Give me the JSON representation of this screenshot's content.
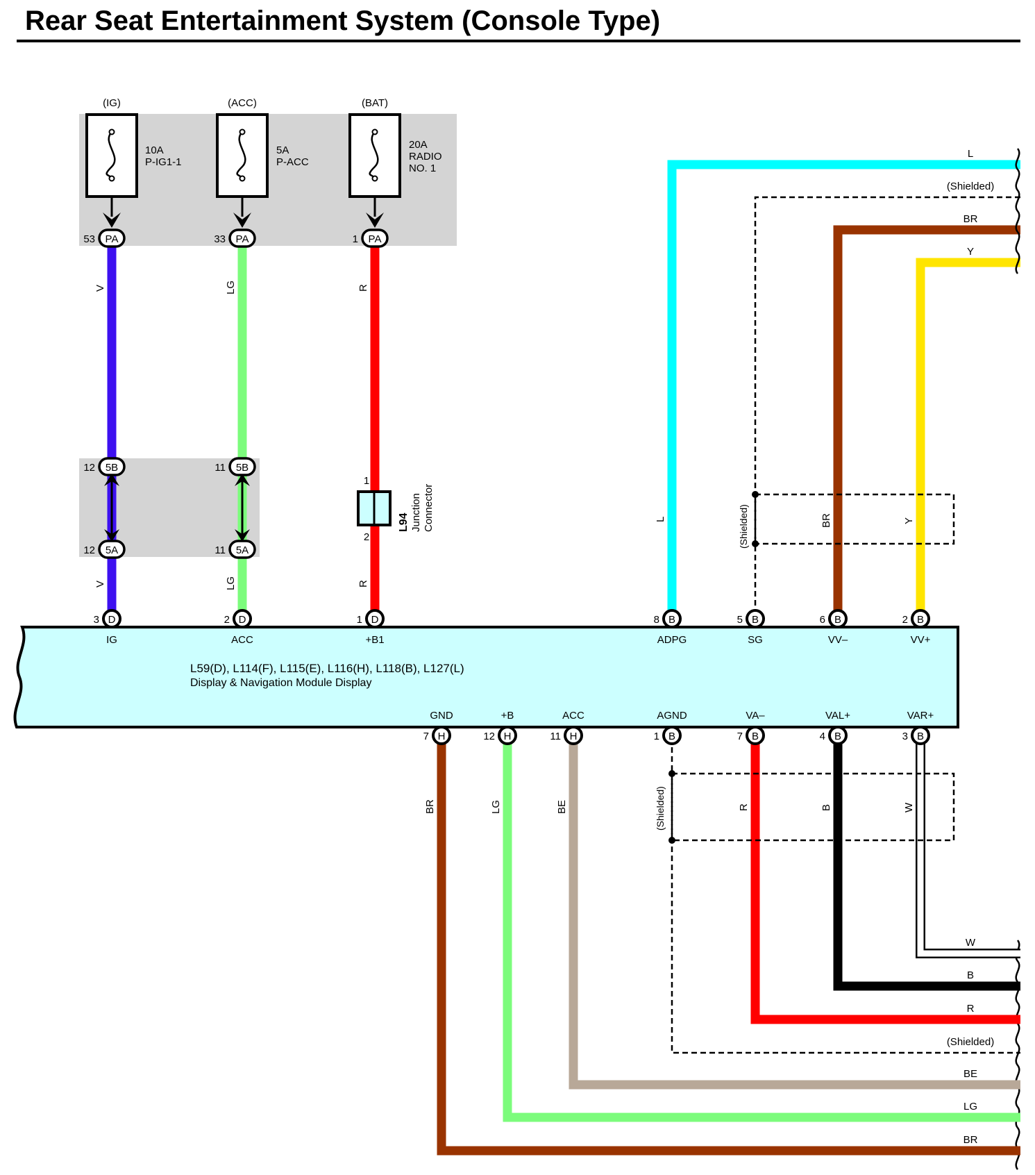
{
  "title": "Rear Seat Entertainment System (Console Type)",
  "colors": {
    "V": "#3d10f0",
    "LG": "#7cfc7c",
    "R": "#ff0000",
    "L": "#00ffff",
    "BR": "#993300",
    "Y": "#ffe500",
    "B": "#000000",
    "W": "#ffffff",
    "BE": "#b8a898",
    "module_fill": "#ccffff",
    "fuse_box": "#d4d4d4"
  },
  "fuses": [
    {
      "source": "(IG)",
      "rating": "10A",
      "name": "P-IG1-1",
      "pin": "53",
      "connector": "PA"
    },
    {
      "source": "(ACC)",
      "rating": "5A",
      "name": "P-ACC",
      "pin": "33",
      "connector": "PA"
    },
    {
      "source": "(BAT)",
      "rating": "20A",
      "name_line1": "RADIO",
      "name_line2": "NO. 1",
      "pin": "1",
      "connector": "PA"
    }
  ],
  "inline_connectors": [
    {
      "pin": "12",
      "top": "5B",
      "bottom": "5A"
    },
    {
      "pin": "11",
      "top": "5B",
      "bottom": "5A"
    }
  ],
  "junction": {
    "code": "L94",
    "line1": "Junction",
    "line2": "Connector",
    "pin_top": "1",
    "pin_bottom": "2"
  },
  "module": {
    "connectors": "L59(D), L114(F), L115(E), L116(H), L118(B), L127(L)",
    "name": "Display & Navigation Module Display",
    "top_pins": [
      {
        "num": "3",
        "conn": "D",
        "label": "IG"
      },
      {
        "num": "2",
        "conn": "D",
        "label": "ACC"
      },
      {
        "num": "1",
        "conn": "D",
        "label": "+B1"
      },
      {
        "num": "8",
        "conn": "B",
        "label": "ADPG"
      },
      {
        "num": "5",
        "conn": "B",
        "label": "SG"
      },
      {
        "num": "6",
        "conn": "B",
        "label": "VV–"
      },
      {
        "num": "2",
        "conn": "B",
        "label": "VV+"
      }
    ],
    "bottom_pins": [
      {
        "num": "7",
        "conn": "H",
        "label": "GND"
      },
      {
        "num": "12",
        "conn": "H",
        "label": "+B"
      },
      {
        "num": "11",
        "conn": "H",
        "label": "ACC"
      },
      {
        "num": "1",
        "conn": "B",
        "label": "AGND"
      },
      {
        "num": "7",
        "conn": "B",
        "label": "VA–"
      },
      {
        "num": "4",
        "conn": "B",
        "label": "VAL+"
      },
      {
        "num": "3",
        "conn": "B",
        "label": "VAR+"
      }
    ]
  },
  "wire_labels": {
    "v": "V",
    "lg": "LG",
    "r": "R",
    "l": "L",
    "br": "BR",
    "y": "Y",
    "b": "B",
    "w": "W",
    "be": "BE",
    "shielded": "(Shielded)"
  }
}
